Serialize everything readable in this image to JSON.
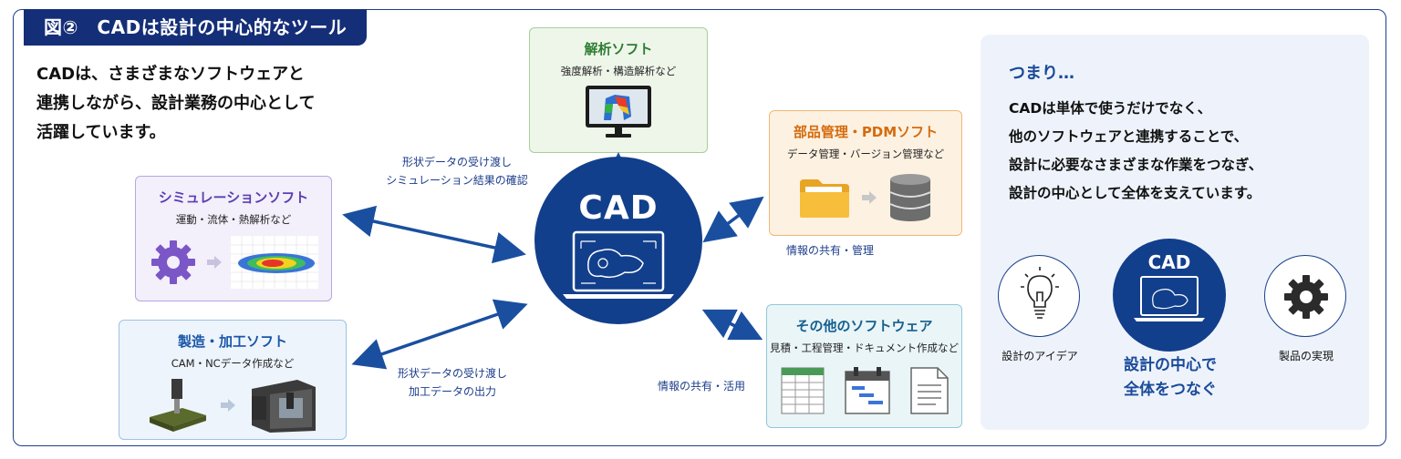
{
  "title": "図②　CADは設計の中心的なツール",
  "lead": [
    "CADは、さまざまなソフトウェアと",
    "連携しながら、設計業務の中心として",
    "活躍しています。"
  ],
  "center": {
    "label": "CAD"
  },
  "boxes": {
    "analysis": {
      "title": "解析ソフト",
      "sub": "強度解析・構造解析など"
    },
    "simulation": {
      "title": "シミュレーションソフト",
      "sub": "運動・流体・熱解析など"
    },
    "manufacturing": {
      "title": "製造・加工ソフト",
      "sub": "CAM・NCデータ作成など"
    },
    "pdm": {
      "title": "部品管理・PDMソフト",
      "sub": "データ管理・バージョン管理など"
    },
    "other": {
      "title": "その他のソフトウェア",
      "sub": "見積・工程管理・ドキュメント作成など"
    }
  },
  "links": {
    "upper_left": [
      "形状データの受け渡し",
      "シミュレーション結果の確認"
    ],
    "lower_left": [
      "形状データの受け渡し",
      "加工データの出力"
    ],
    "pdm": "情報の共有・管理",
    "other": "情報の共有・活用"
  },
  "summary": {
    "heading": "つまり…",
    "text": [
      "CADは単体で使うだけでなく、",
      "他のソフトウェアと連携することで、",
      "設計に必要なさまざまな作業をつなぎ、",
      "設計の中心として全体を支えています。"
    ],
    "flow": {
      "idea": "設計のアイデア",
      "cad": "CAD",
      "middle": [
        "設計の中心で",
        "全体をつなぐ"
      ],
      "product": "製品の実現"
    }
  },
  "colors": {
    "navy": "#123f8c",
    "accent_blue": "#1a56a8"
  },
  "icons": [
    "monitor-icon",
    "gear-icon",
    "heatmap-icon",
    "cnc-machine-icon",
    "folder-icon",
    "database-icon",
    "spreadsheet-icon",
    "calendar-icon",
    "document-icon",
    "laptop-icon",
    "lightbulb-icon"
  ]
}
